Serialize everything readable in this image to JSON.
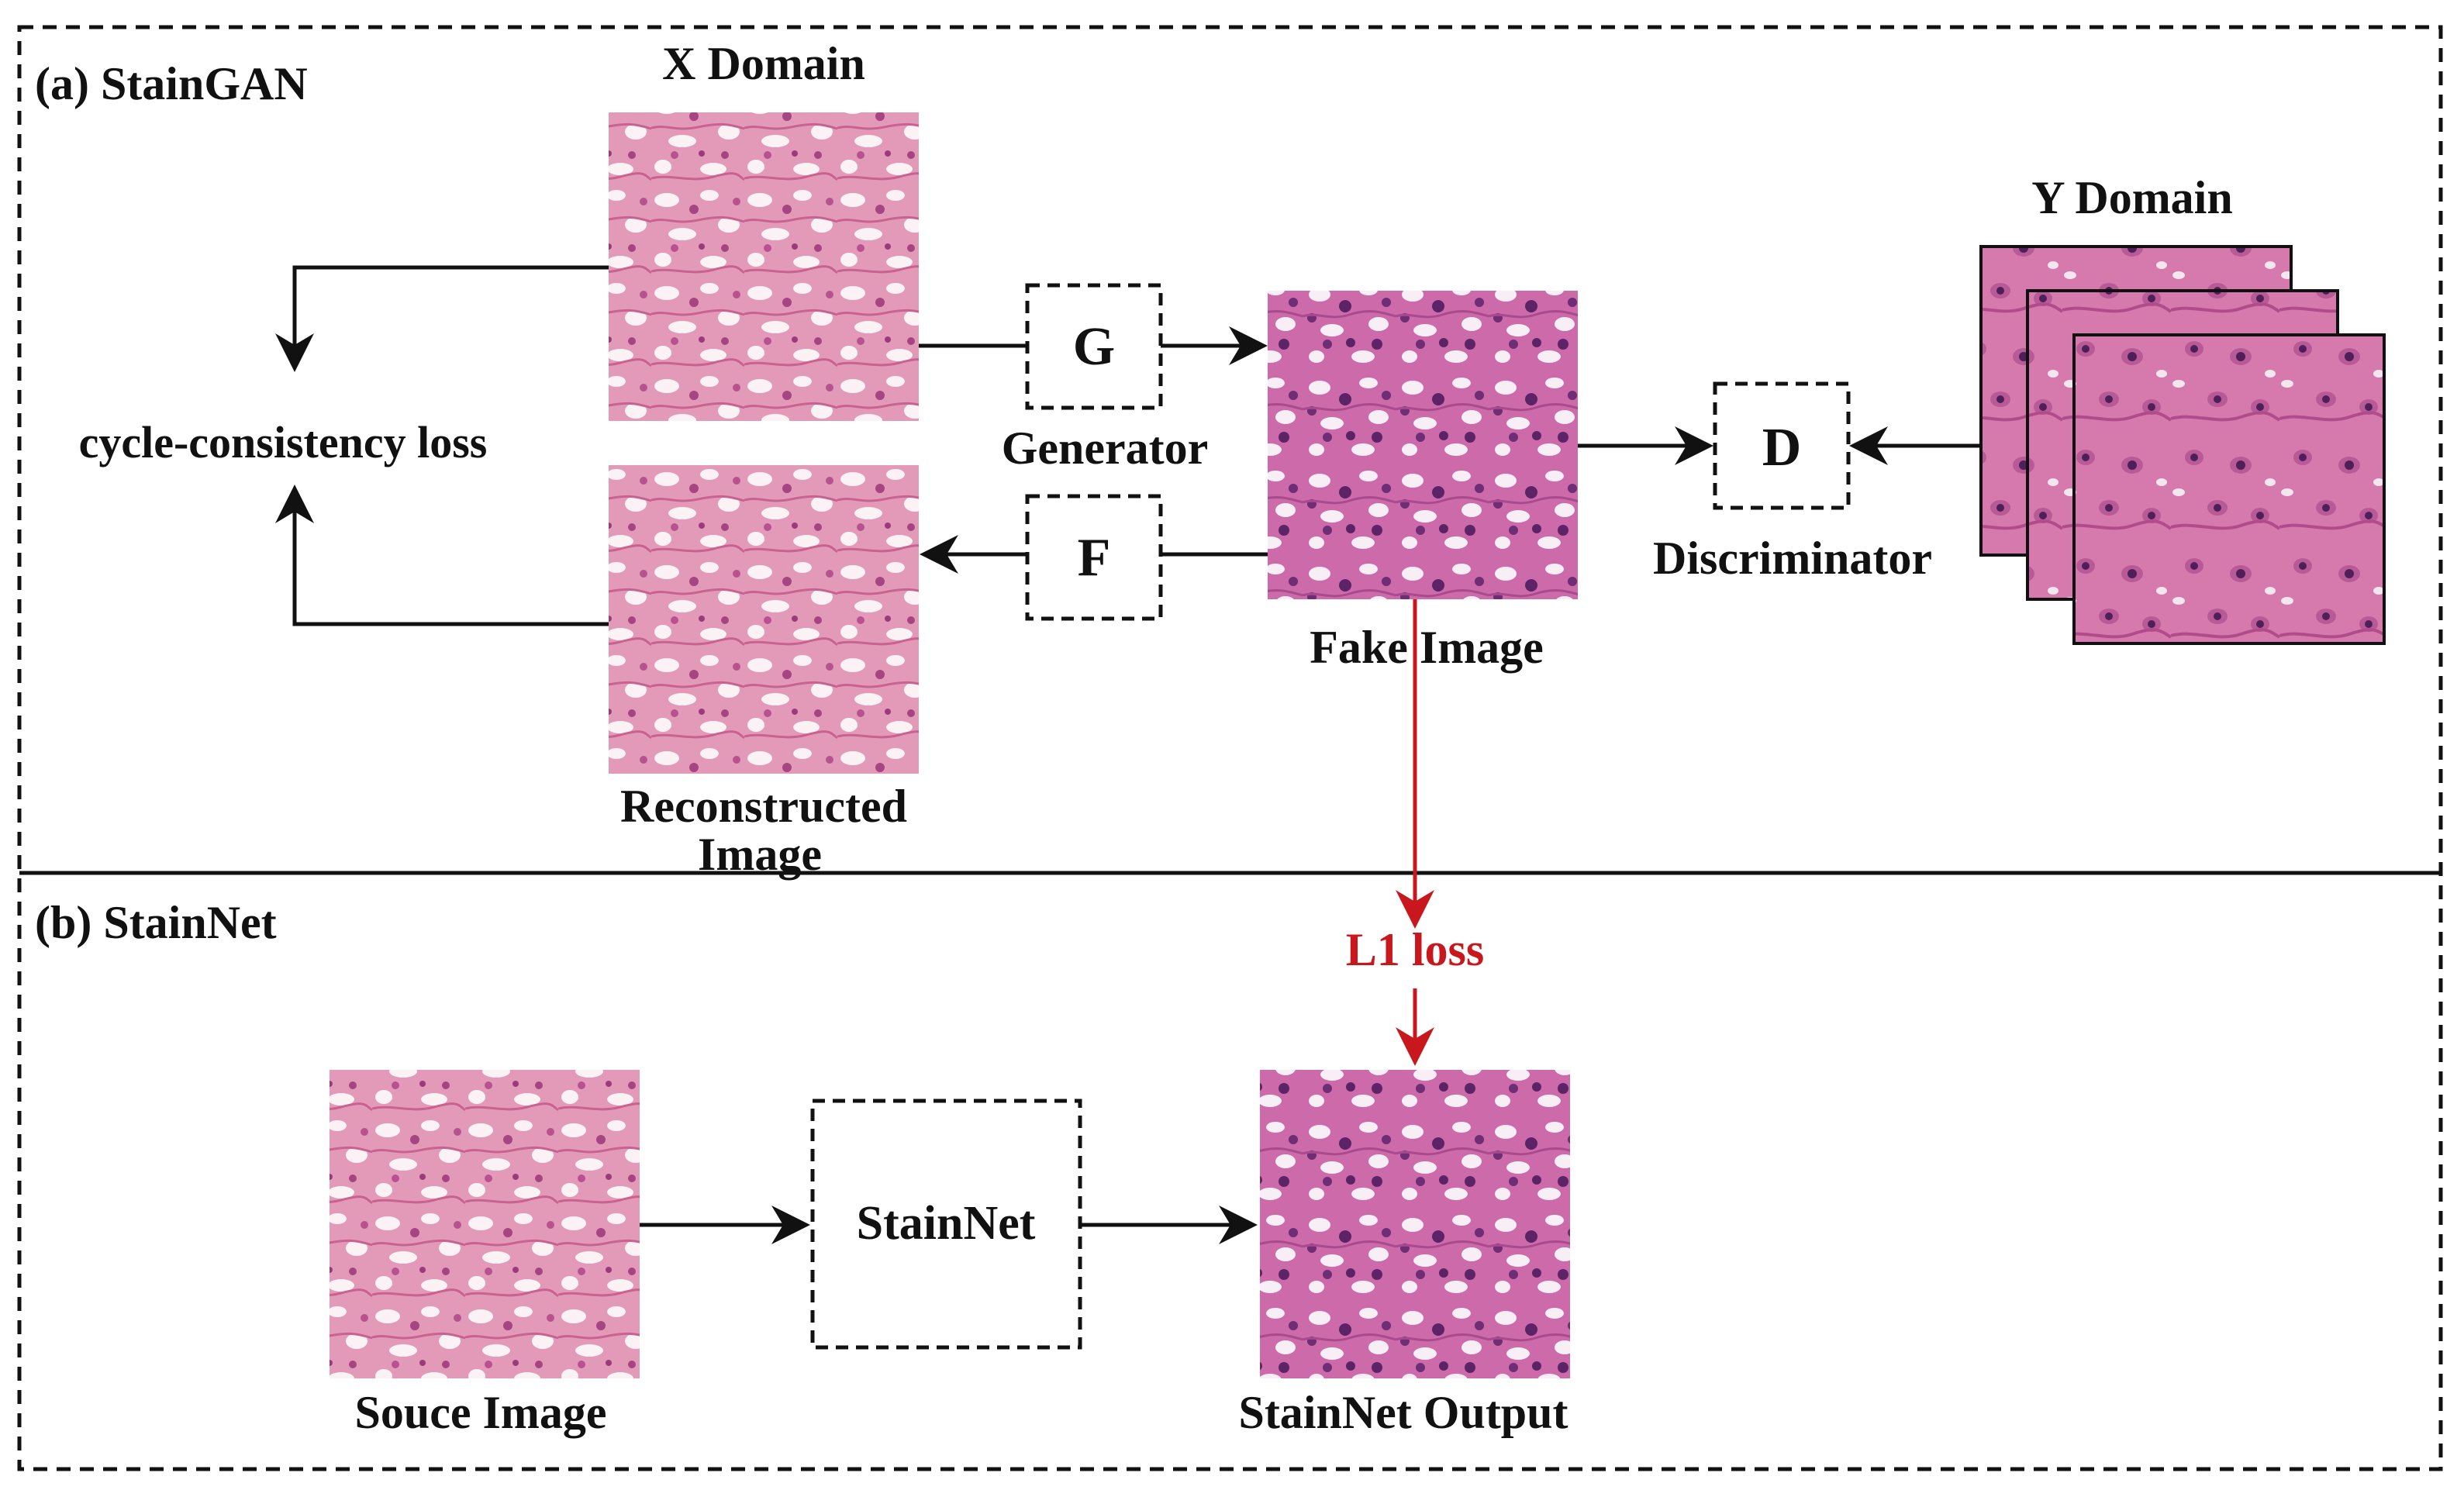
{
  "panels": {
    "a": {
      "title": "(a) StainGAN"
    },
    "b": {
      "title": "(b) StainNet"
    }
  },
  "staingan": {
    "x_domain": "X Domain",
    "y_domain": "Y Domain",
    "cycle_loss": "cycle-consistency loss",
    "generator_box": "G",
    "generator_label": "Generator",
    "f_box": "F",
    "discriminator_box": "D",
    "discriminator_label": "Discriminator",
    "fake_image": "Fake Image",
    "reconstructed_line1": "Reconstructed",
    "reconstructed_line2": "Image"
  },
  "stainnet": {
    "l1_loss": "L1 loss",
    "source_image": "Souce Image",
    "stainnet_box": "StainNet",
    "output_image": "StainNet Output"
  },
  "colors": {
    "line": "#111111",
    "red": "#c8181e",
    "tissue_light": "#e9a3c0",
    "tissue_mid": "#d97aa4",
    "tissue_dark": "#a33a78",
    "tissue_purple": "#c65aa2",
    "nucleus": "#6a2a6e",
    "white": "#fbf4f8"
  }
}
